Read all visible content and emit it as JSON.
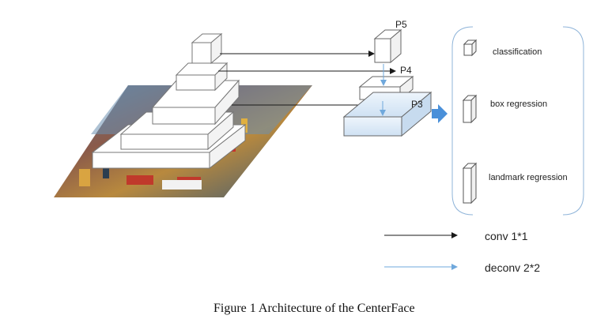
{
  "fpn_labels": {
    "p5": "P5",
    "p4": "P4",
    "p3": "P3"
  },
  "heads": [
    {
      "label": "classification"
    },
    {
      "label": "box regression"
    },
    {
      "label": "landmark regression"
    }
  ],
  "legend": {
    "conv": "conv 1*1",
    "deconv": "deconv 2*2"
  },
  "caption": "Figure 1 Architecture of the CenterFace",
  "colors": {
    "conv_arrow": "#1a1a1a",
    "deconv_arrow": "#6fa8dc",
    "feature_block_face": "#dbe9f6",
    "feature_block_edge": "#555555",
    "head_bracket": "#8fb4d9",
    "fat_arrow": "#4a90d9"
  }
}
